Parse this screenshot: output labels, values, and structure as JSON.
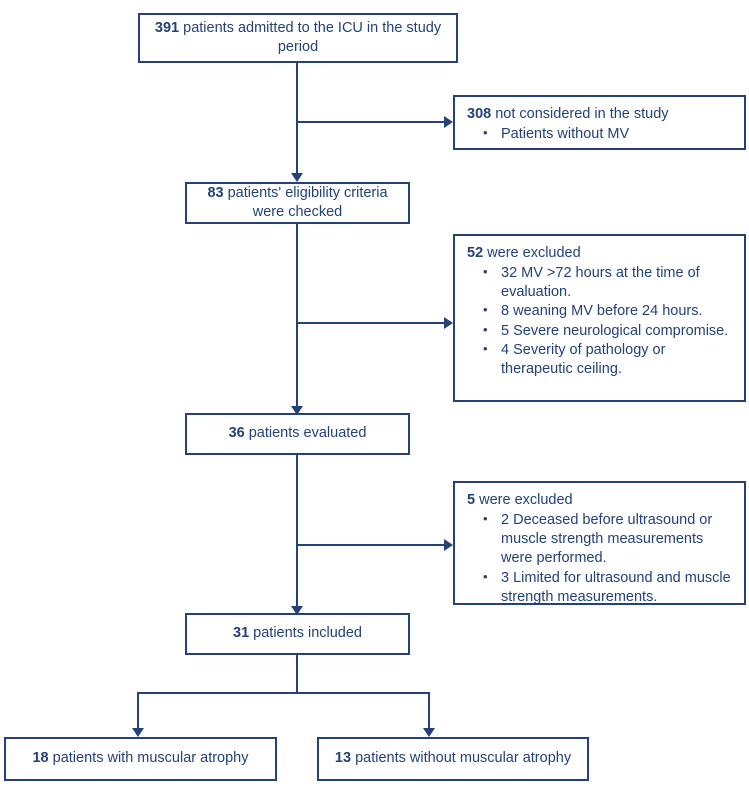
{
  "colors": {
    "line": "#24417a",
    "text": "#24417a",
    "background": "#ffffff"
  },
  "nodes": {
    "admitted": {
      "count": "391",
      "text": " patients admitted to the ICU in the study period"
    },
    "not_considered": {
      "count": "308",
      "text": " not considered in the study",
      "items": [
        "Patients without MV"
      ]
    },
    "eligibility": {
      "count": "83",
      "text": " patients' eligibility criteria were checked"
    },
    "excluded_52": {
      "count": "52",
      "text": " were excluded",
      "items": [
        "32 MV >72 hours at the time of evaluation.",
        "8 weaning MV before 24 hours.",
        "5 Severe neurological compromise.",
        "4 Severity of pathology or therapeutic ceiling."
      ]
    },
    "evaluated": {
      "count": "36",
      "text": " patients evaluated"
    },
    "excluded_5": {
      "count": "5",
      "text": " were excluded",
      "items": [
        "2 Deceased before ultrasound or muscle strength measurements were performed.",
        "3 Limited for ultrasound and muscle strength measurements."
      ]
    },
    "included": {
      "count": "31",
      "text": " patients included"
    },
    "with_atrophy": {
      "count": "18",
      "text": " patients with muscular atrophy"
    },
    "without_atrophy": {
      "count": "13",
      "text": " patients without muscular atrophy"
    }
  },
  "bullet_glyph": "•"
}
